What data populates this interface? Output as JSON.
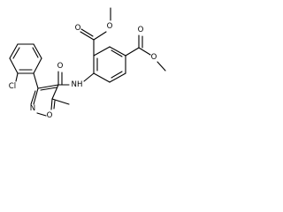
{
  "molecule": {
    "labels": {
      "cl": "Cl",
      "nh": "NH",
      "n": "N",
      "o_ring": "O",
      "o_amide": "O",
      "o_ester1_carbonyl": "O",
      "o_ester1_ether": "O",
      "o_ester2_carbonyl": "O",
      "o_ester2_ether": "O"
    },
    "colors": {
      "bond": "#000000",
      "label": "#000000",
      "background": "#ffffff"
    }
  }
}
